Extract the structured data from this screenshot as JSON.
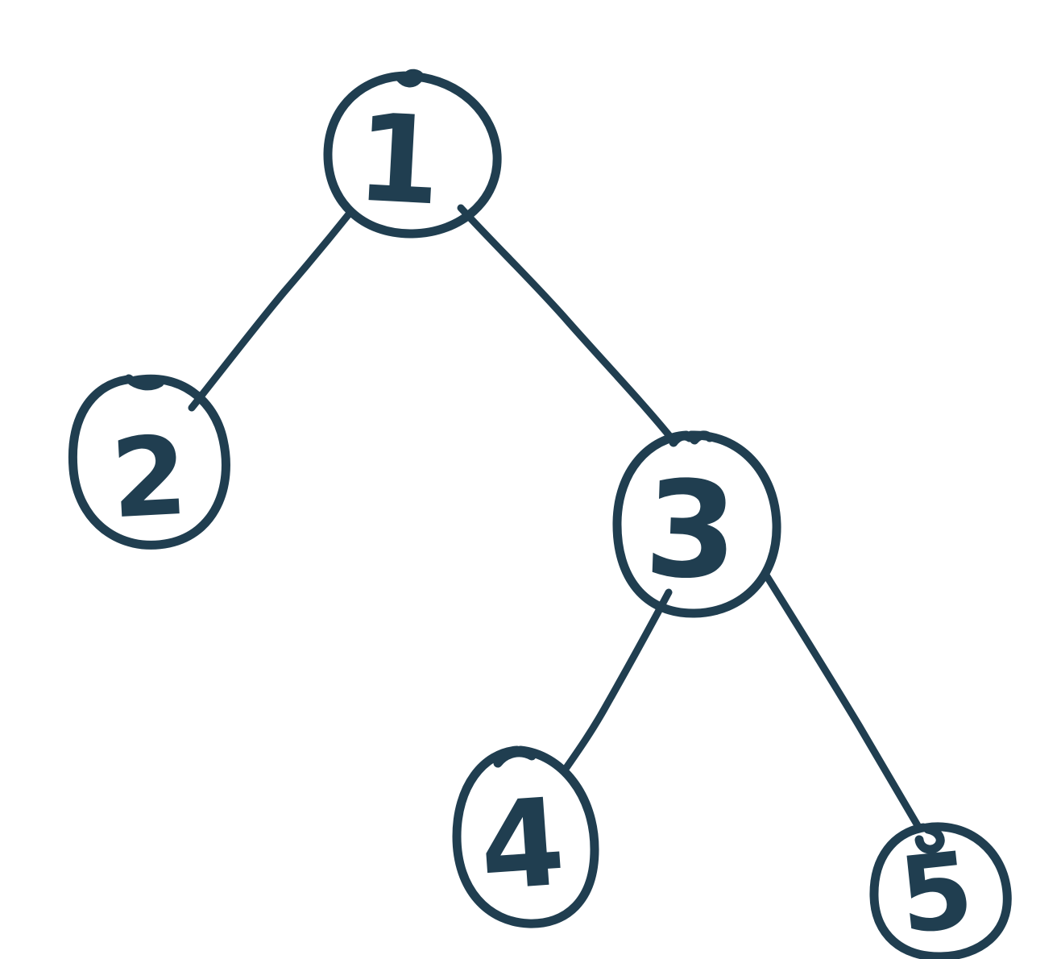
{
  "diagram": {
    "type": "binary-tree",
    "style": "hand-drawn-whiteboard",
    "ink_color": "#203e50",
    "background_color": "#ffffff",
    "nodes": [
      {
        "id": "1",
        "label": "1",
        "parent": null,
        "side": "root"
      },
      {
        "id": "2",
        "label": "2",
        "parent": "1",
        "side": "left"
      },
      {
        "id": "3",
        "label": "3",
        "parent": "1",
        "side": "right"
      },
      {
        "id": "4",
        "label": "4",
        "parent": "3",
        "side": "left"
      },
      {
        "id": "5",
        "label": "5",
        "parent": "3",
        "side": "right"
      }
    ],
    "edges": [
      {
        "from": "1",
        "to": "2"
      },
      {
        "from": "1",
        "to": "3"
      },
      {
        "from": "3",
        "to": "4"
      },
      {
        "from": "3",
        "to": "5"
      }
    ]
  }
}
